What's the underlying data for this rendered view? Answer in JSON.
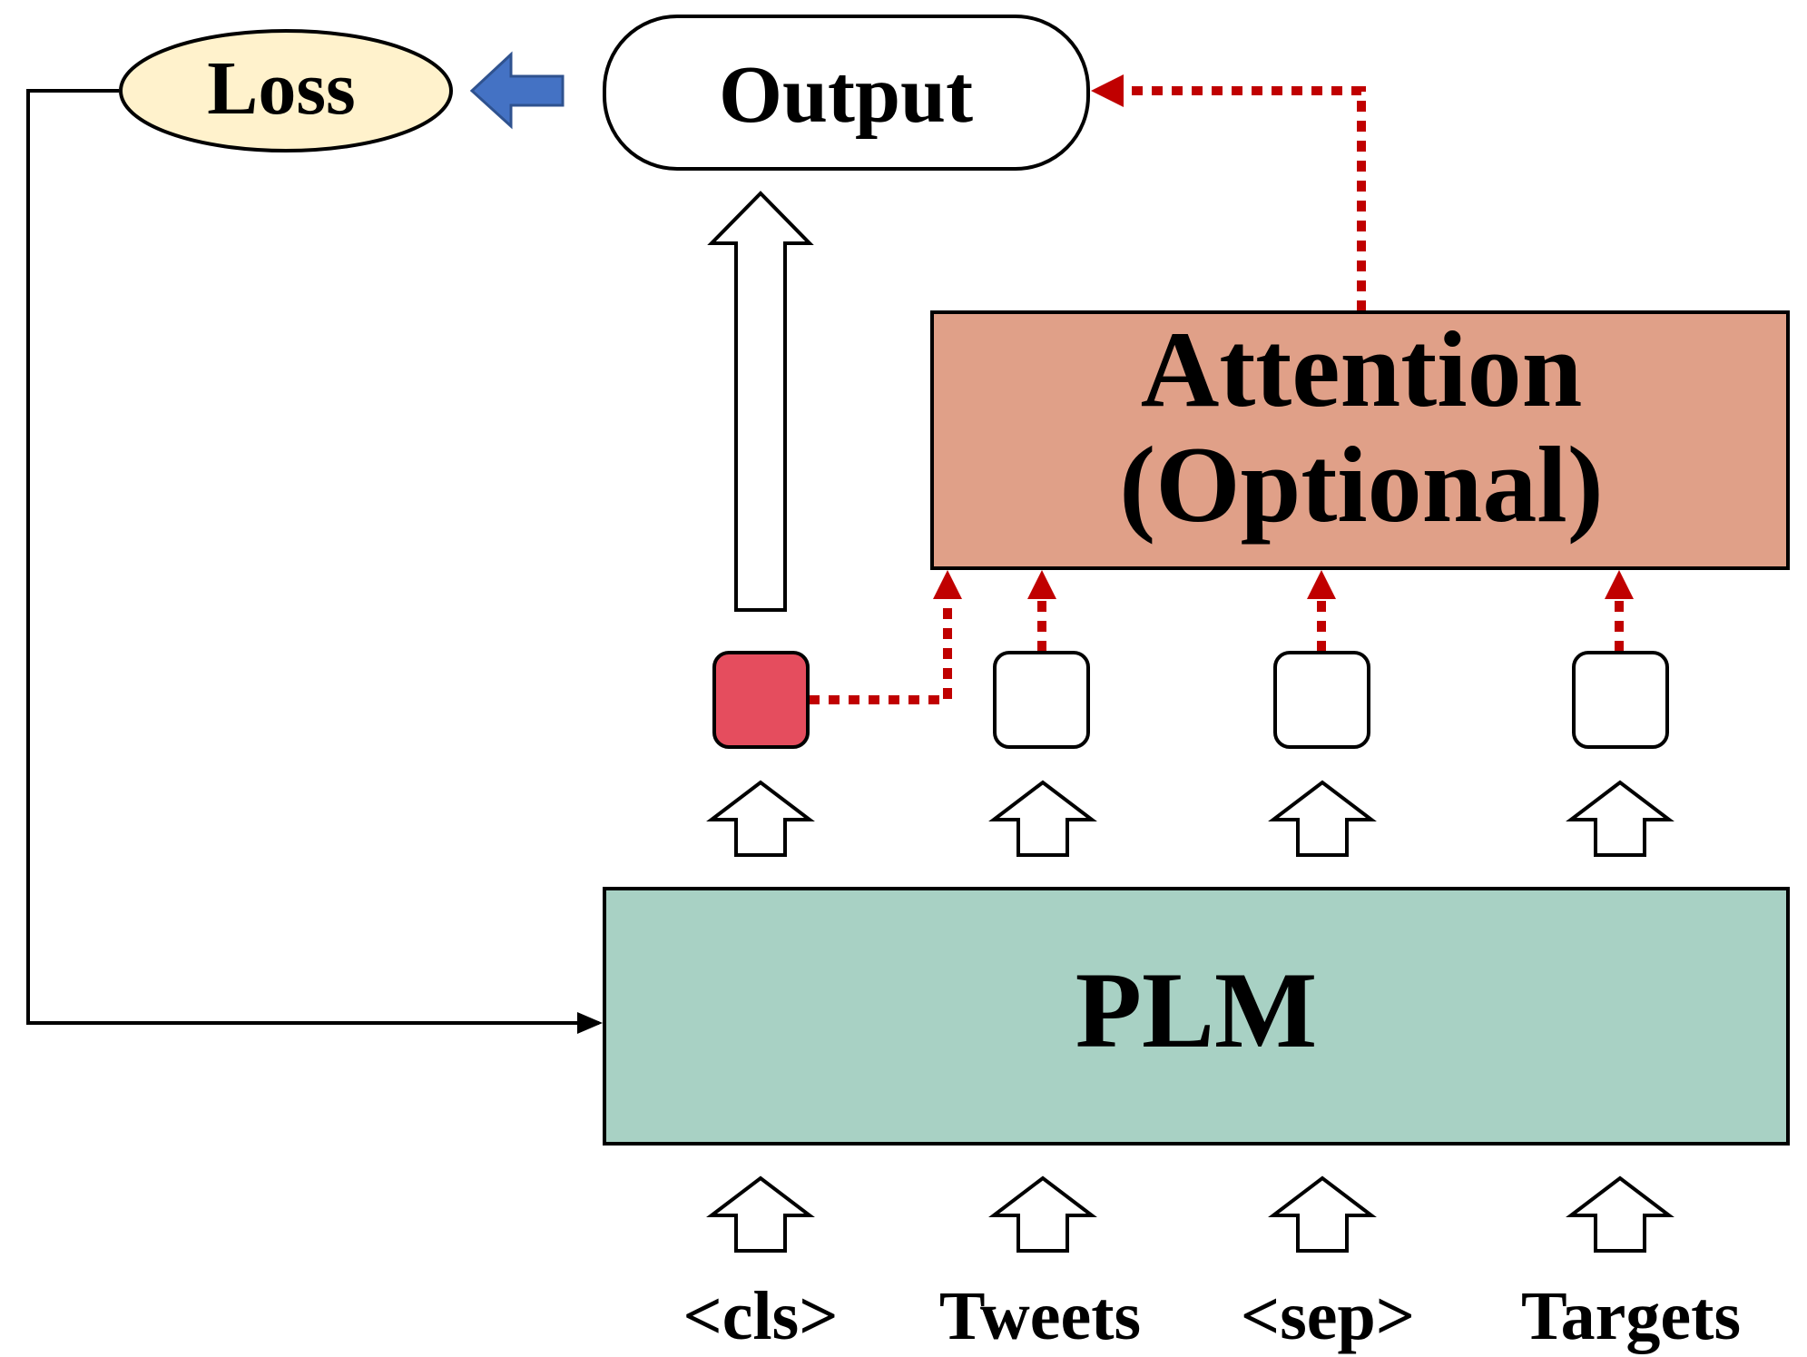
{
  "nodes": {
    "loss": {
      "label": "Loss",
      "fill": "#FFF2CC"
    },
    "output": {
      "label": "Output",
      "fill": "#FFFFFF"
    },
    "attention": {
      "line1": "Attention",
      "line2": "(Optional)",
      "fill": "#E0A088"
    },
    "plm": {
      "label": "PLM",
      "fill": "#A8D1C4"
    },
    "cls_vector": {
      "fill": "#E54D5E"
    }
  },
  "inputs": [
    {
      "label": "<cls>"
    },
    {
      "label": "Tweets"
    },
    {
      "label": "<sep>"
    },
    {
      "label": "Targets"
    }
  ],
  "colors": {
    "dotted_arrow": "#C00000",
    "block_arrow": "#4472C4",
    "outline": "#000000"
  }
}
